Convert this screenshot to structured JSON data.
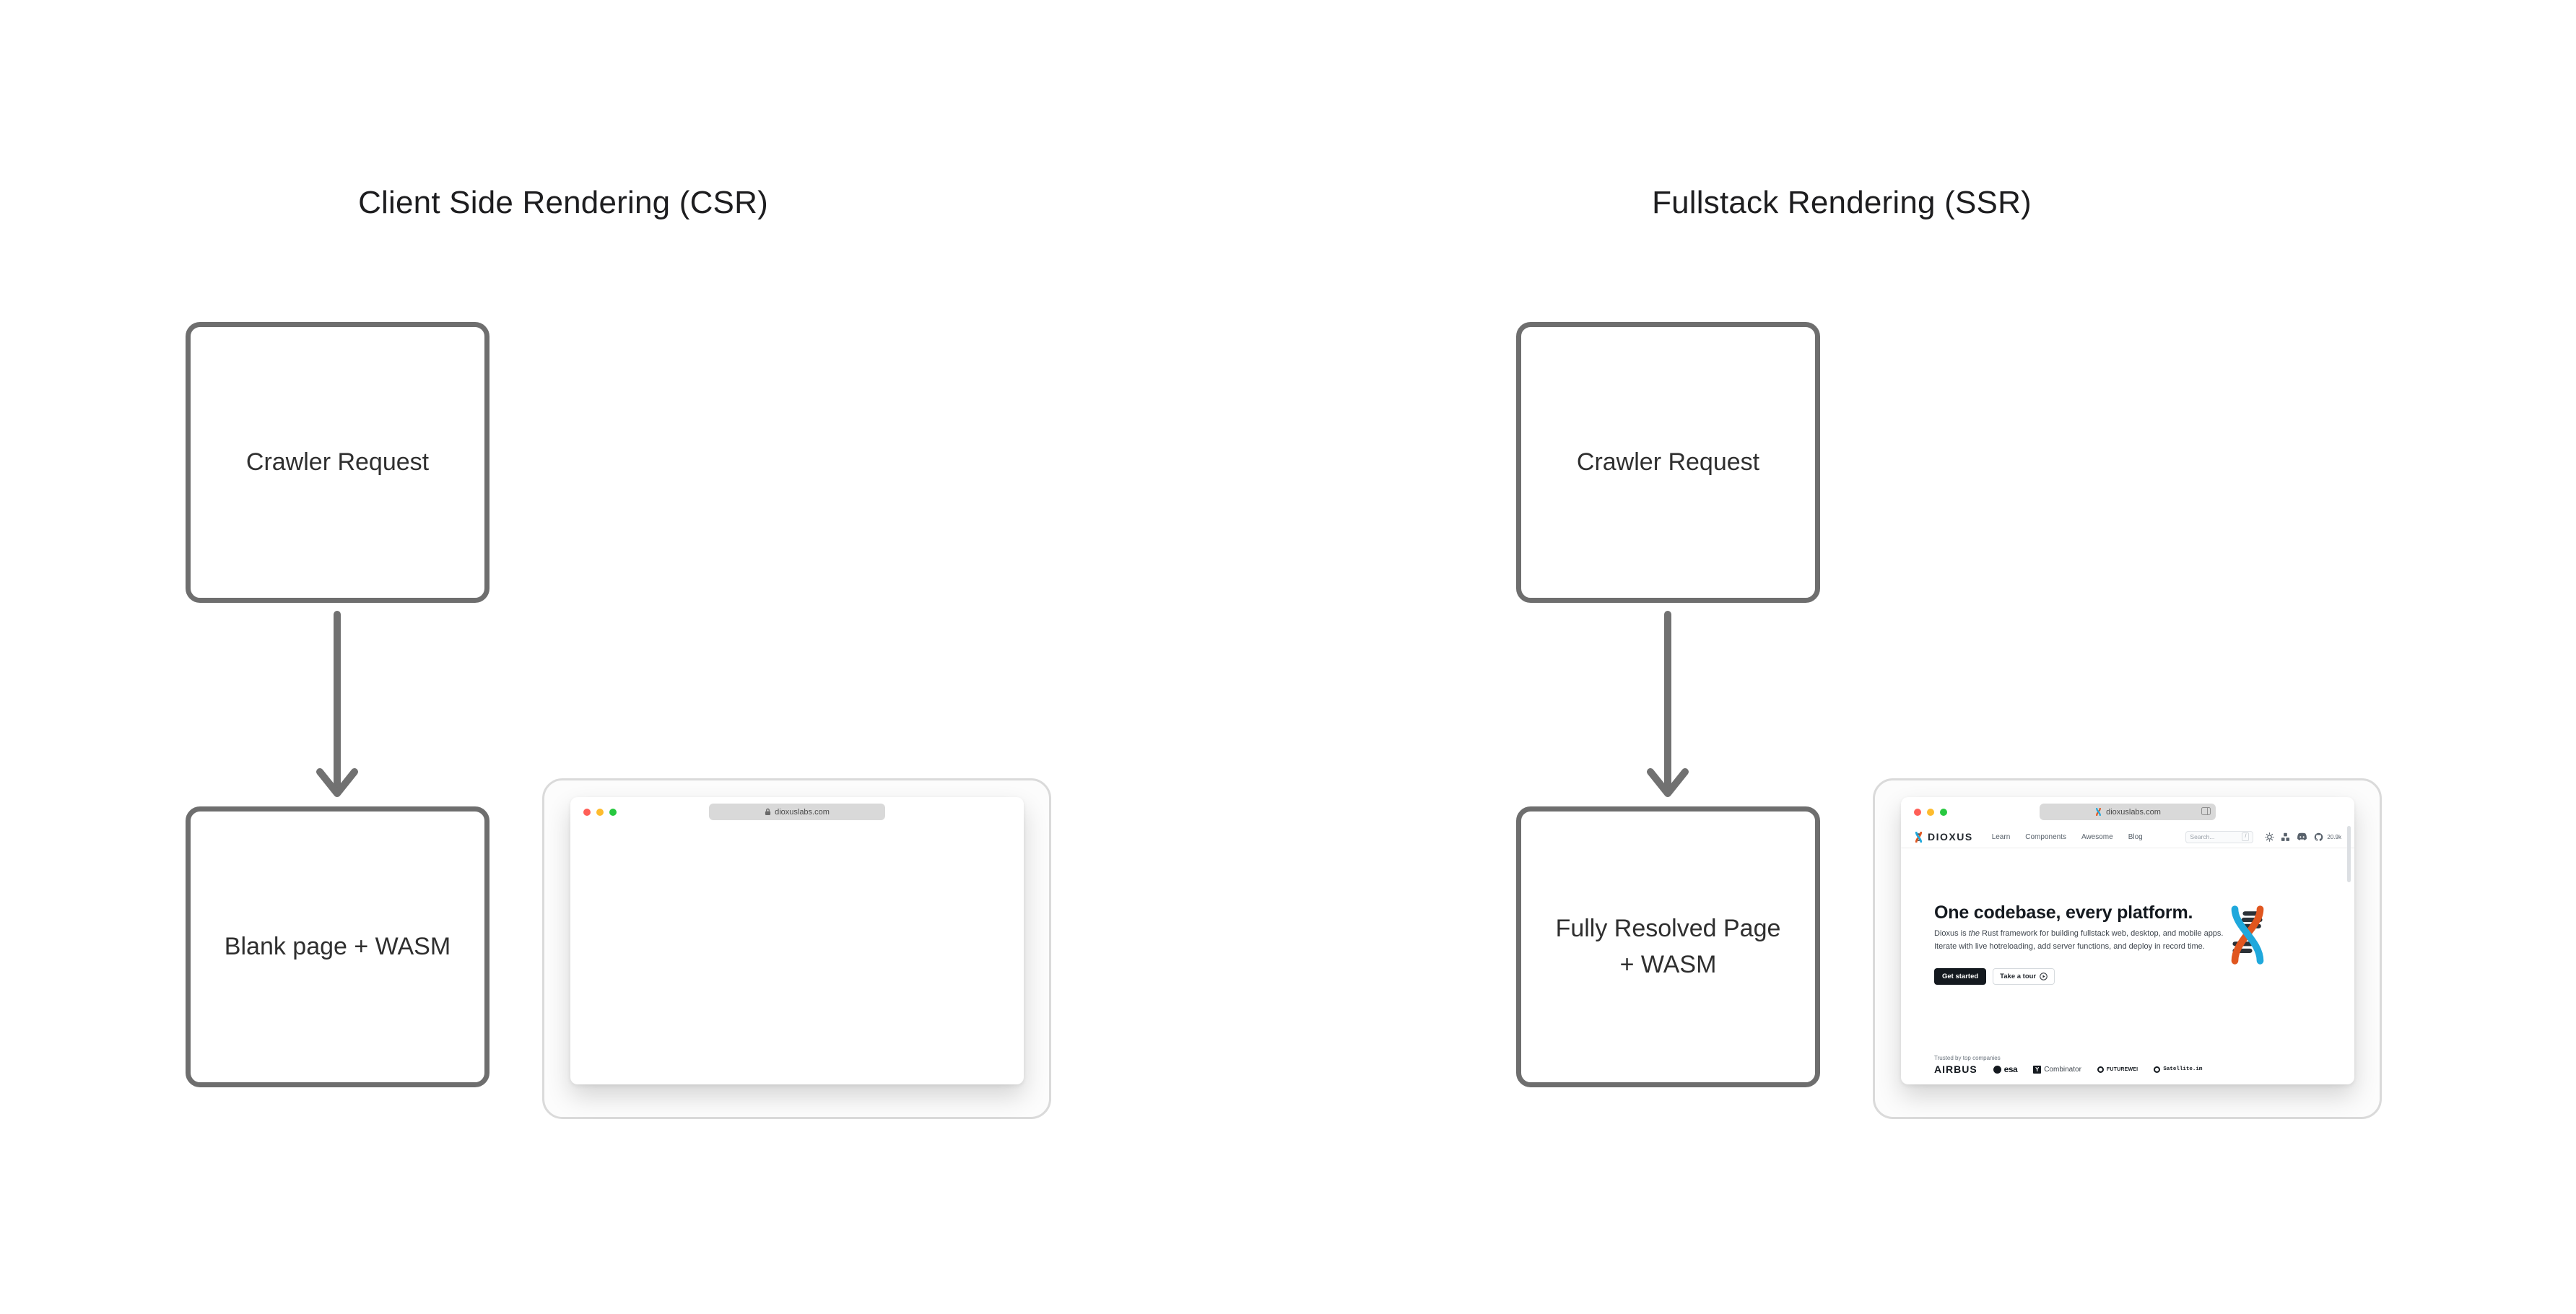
{
  "csr": {
    "title": "Client Side Rendering (CSR)",
    "crawler_box": "Crawler Request",
    "result_box": "Blank page + WASM",
    "browser_url": "dioxuslabs.com"
  },
  "ssr": {
    "title": "Fullstack Rendering (SSR)",
    "crawler_box": "Crawler Request",
    "result_box_line1": "Fully Resolved Page",
    "result_box_line2": "+ WASM",
    "browser_url": "dioxuslabs.com"
  },
  "dioxus_site": {
    "brand": "DIOXUS",
    "nav_links": [
      "Learn",
      "Components",
      "Awesome",
      "Blog"
    ],
    "search_placeholder": "Search...",
    "search_shortcut": "/",
    "github_stars": "20.9k",
    "hero_heading": "One codebase, every platform.",
    "hero_sub1_a": "Dioxus is ",
    "hero_sub1_em": "the",
    "hero_sub1_b": " Rust framework for building fullstack web, desktop, and mobile apps.",
    "hero_sub2": "Iterate with live hotreloading, add server functions, and deploy in record time.",
    "cta_primary": "Get started",
    "cta_secondary": "Take a tour",
    "logos_caption": "Trusted by top companies",
    "logo_airbus": "AIRBUS",
    "logo_esa": "esa",
    "logo_yc_letter": "Y",
    "logo_yc": "Combinator",
    "logo_futurewei": "FUTUREWEI",
    "logo_satellite": "Satellite.im"
  },
  "colors": {
    "diagram_border": "#6e6e6e",
    "arrow": "#717171",
    "dioxus_blue": "#1fa8dc",
    "dioxus_orange": "#e0561f",
    "helix_rung": "#2b3137",
    "traffic_red": "#ff5f57",
    "traffic_yellow": "#febc2e",
    "traffic_green": "#28c840"
  }
}
